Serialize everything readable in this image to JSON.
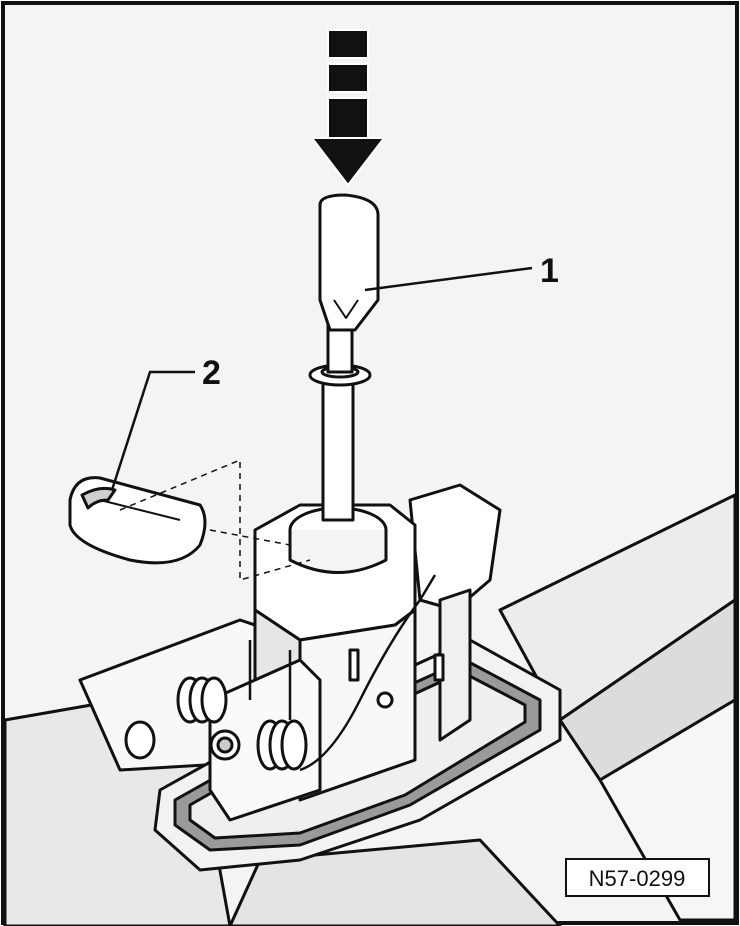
{
  "diagram": {
    "callouts": [
      {
        "id": "1",
        "label": "1"
      },
      {
        "id": "2",
        "label": "2"
      }
    ],
    "figure_ref": "N57-0299",
    "colors": {
      "background": "#f3f3f3",
      "line": "#111111",
      "fill": "#ffffff",
      "shade": "#d8d8d8",
      "dark": "#777777"
    },
    "icons": [
      "down-arrow-icon"
    ]
  }
}
